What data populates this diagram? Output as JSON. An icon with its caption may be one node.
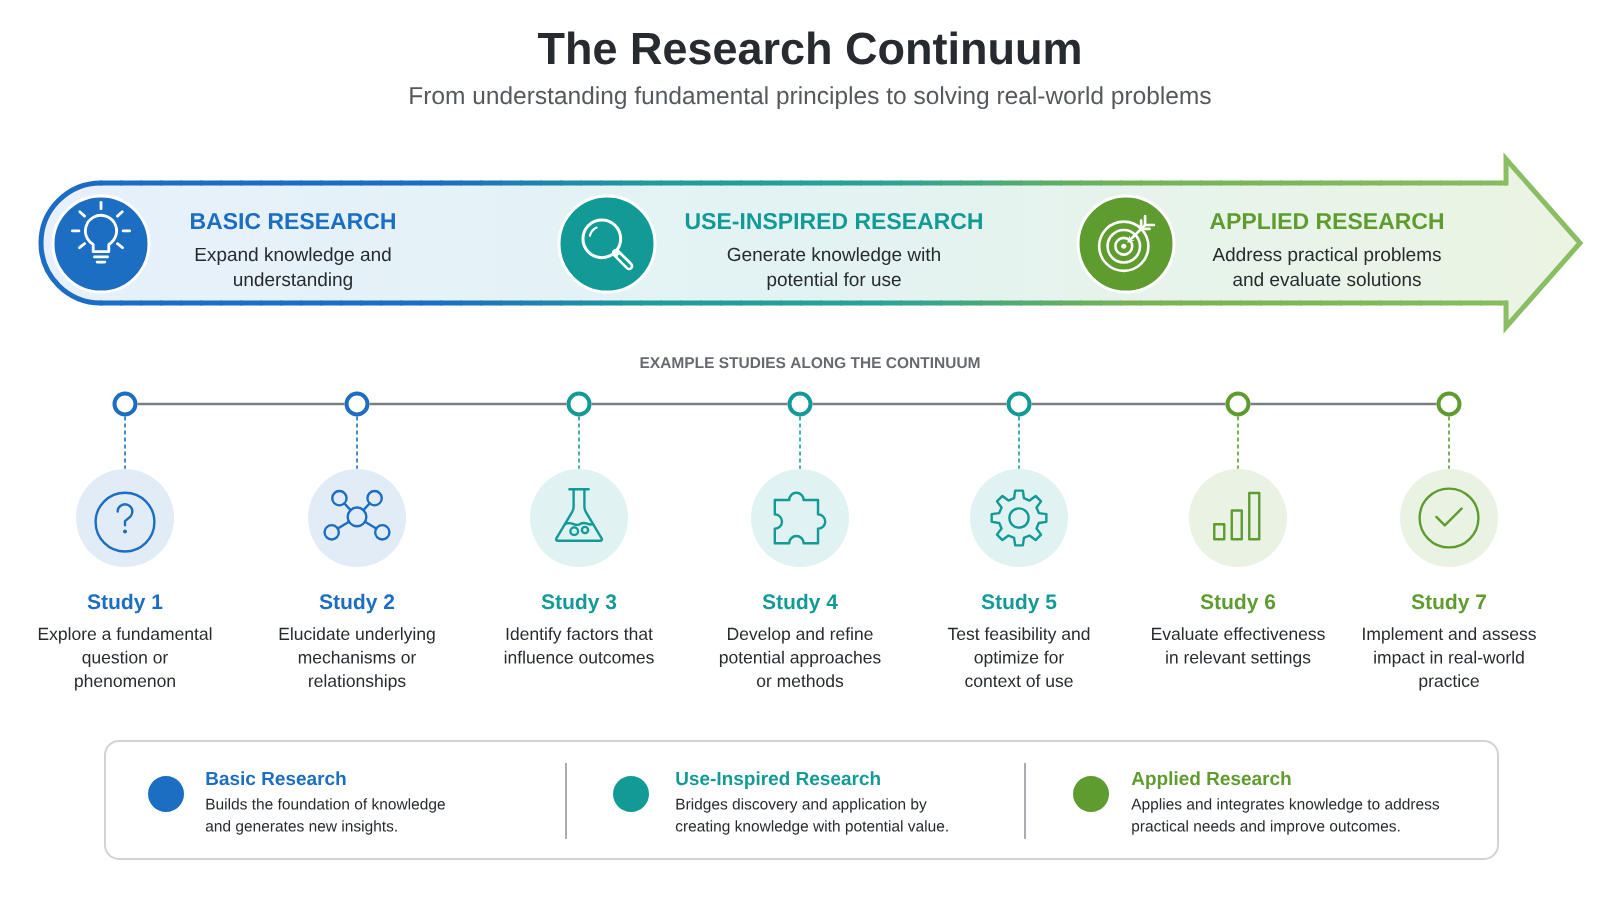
{
  "diagram": {
    "title": "The Research Continuum",
    "nodes": [
      {
        "text": [],
        "shape": "arrow"
      },
      {
        "text": [
          "BASIC RESEARCH",
          "Expand knowledge and understanding"
        ],
        "in": 0
      },
      {
        "text": [
          "USE-INSPIRED RESEARCH",
          "Generate knowledge with potential for use"
        ],
        "in": 0
      },
      {
        "text": [
          "APPLIED RESEARCH",
          "Address practical problems and evaluate solutions"
        ],
        "in": 0
      },
      {
        "text": [],
        "shape": "circle"
      },
      {
        "text": [],
        "shape": "circle"
      },
      {
        "text": [],
        "shape": "circle"
      },
      {
        "text": [],
        "shape": "circle"
      },
      {
        "text": [],
        "shape": "circle"
      },
      {
        "text": [],
        "shape": "circle"
      },
      {
        "text": [],
        "shape": "circle"
      },
      {
        "text": [
          "Study 1",
          "Explore a fundamental question or phenomenon"
        ]
      },
      {
        "text": [
          "Study 2",
          "Elucidate underlying mechanisms or relationships"
        ]
      },
      {
        "text": [
          "Study 3",
          "Identify factors that influence outcomes"
        ]
      },
      {
        "text": [
          "Study 4",
          "Develop and refine potential approaches or methods"
        ]
      },
      {
        "text": [
          "Study 5",
          "Test feasibility and optimize for context of use"
        ]
      },
      {
        "text": [
          "Study 6",
          "Evaluate effectiveness in relevant settings"
        ]
      },
      {
        "text": [
          "Study 7",
          "Implement and assess impact in real-world practice"
        ]
      }
    ],
    "edges": [
      {
        "from": 4,
        "to": 5,
        "arrow": "none"
      },
      {
        "from": 5,
        "to": 6,
        "arrow": "none"
      },
      {
        "from": 6,
        "to": 7,
        "arrow": "none"
      },
      {
        "from": 7,
        "to": 8,
        "arrow": "none"
      },
      {
        "from": 8,
        "to": 9,
        "arrow": "none"
      },
      {
        "from": 9,
        "to": 10,
        "arrow": "none"
      },
      {
        "from": 4,
        "to": 11,
        "arrow": "none",
        "style": "dashed",
        "color": "#1b6ec2"
      },
      {
        "from": 5,
        "to": 12,
        "arrow": "none",
        "style": "dashed",
        "color": "#1b6ec2"
      },
      {
        "from": 6,
        "to": 13,
        "arrow": "none",
        "style": "dashed",
        "color": "#169c97"
      },
      {
        "from": 7,
        "to": 14,
        "arrow": "none",
        "style": "dashed",
        "color": "#169c97"
      },
      {
        "from": 8,
        "to": 15,
        "arrow": "none",
        "style": "dashed",
        "color": "#169c97"
      },
      {
        "from": 9,
        "to": 16,
        "arrow": "none",
        "style": "dashed",
        "color": "#5e9c30"
      },
      {
        "from": 10,
        "to": 17,
        "arrow": "none",
        "style": "dashed",
        "color": "#5e9c30"
      }
    ],
    "labels": [
      "From understanding fundamental principles to solving real-world problems",
      "EXAMPLE STUDIES ALONG THE CONTINUUM",
      "Builds the foundation of knowledge and generates new insights.",
      "Bridges discovery and application by creating knowledge with potential value.",
      "Applies and integrates knowledge to address practical needs and improve outcomes."
    ],
    "legend": [
      {
        "text": "Basic Research",
        "color": "#1b6ec2"
      },
      {
        "text": "Use-Inspired Research",
        "color": "#129a97"
      },
      {
        "text": "Applied Research",
        "color": "#5e9c30"
      }
    ]
  }
}
